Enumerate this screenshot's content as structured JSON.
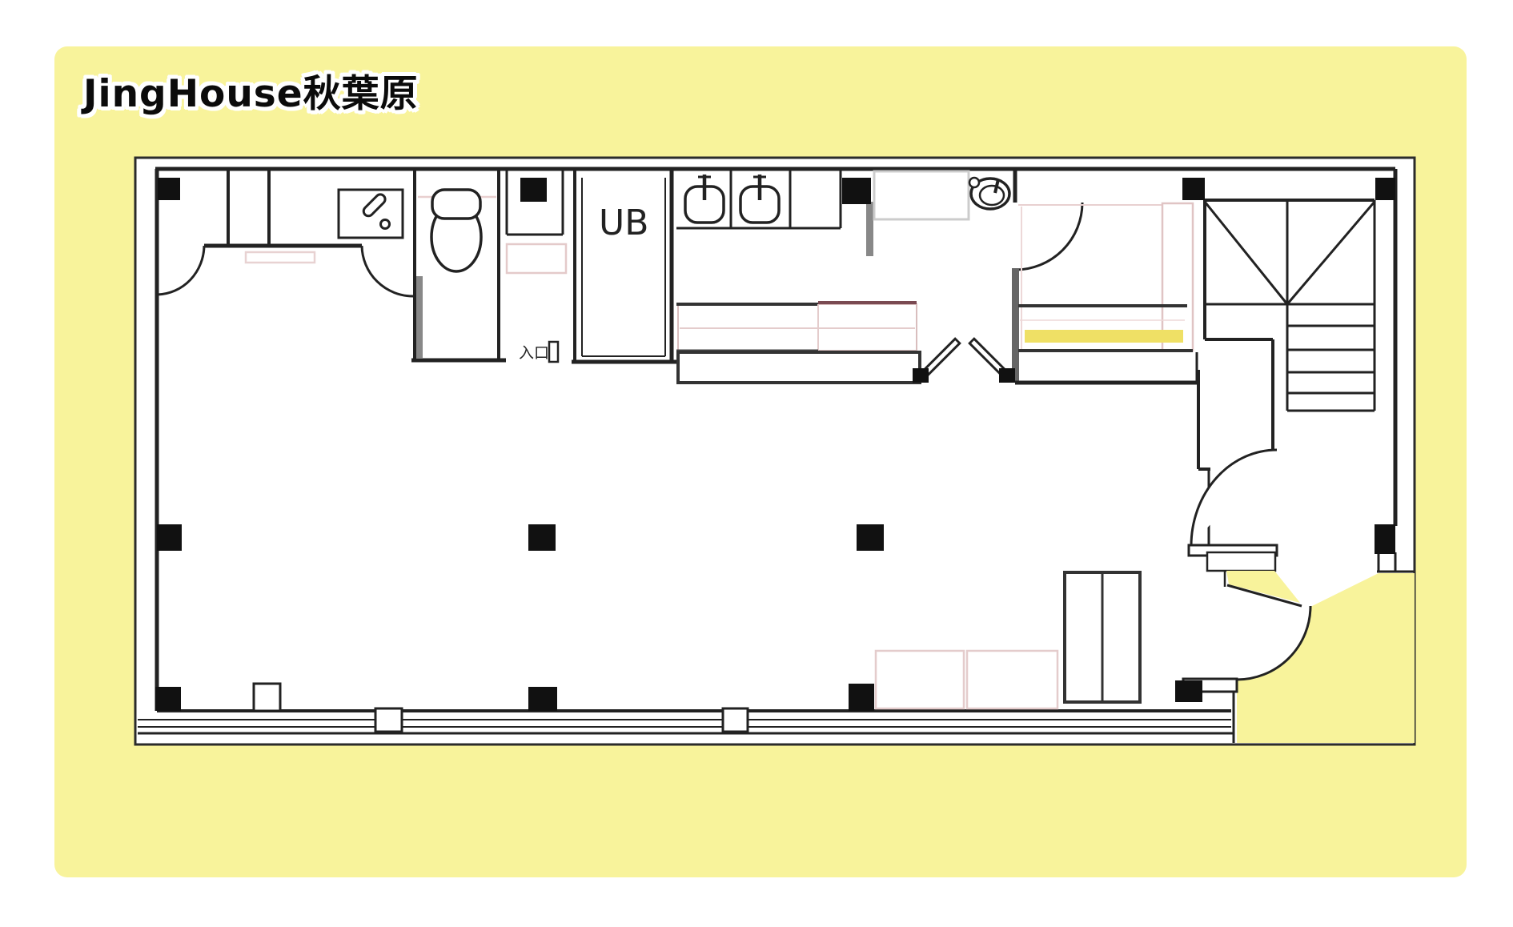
{
  "page": {
    "background": "#ffffff",
    "canvas_color": "#F8F39B"
  },
  "title": {
    "text": "JingHouse秋葉原"
  },
  "plan": {
    "labels": {
      "unit_bath": "UB",
      "entrance": "入口"
    },
    "colors": {
      "wall": "#222222",
      "wall_gray": "#777777",
      "floor": "#ffffff",
      "accent_yellow": "#EFE065",
      "accent_pink": "#E4CCCC",
      "accent_dark_pink": "#7A4A52"
    },
    "icons": [
      "toilet-icon",
      "vanity-basin-icon",
      "kitchen-sink-icon",
      "kitchen-sink-icon",
      "round-basin-icon",
      "stairs-icon"
    ]
  }
}
